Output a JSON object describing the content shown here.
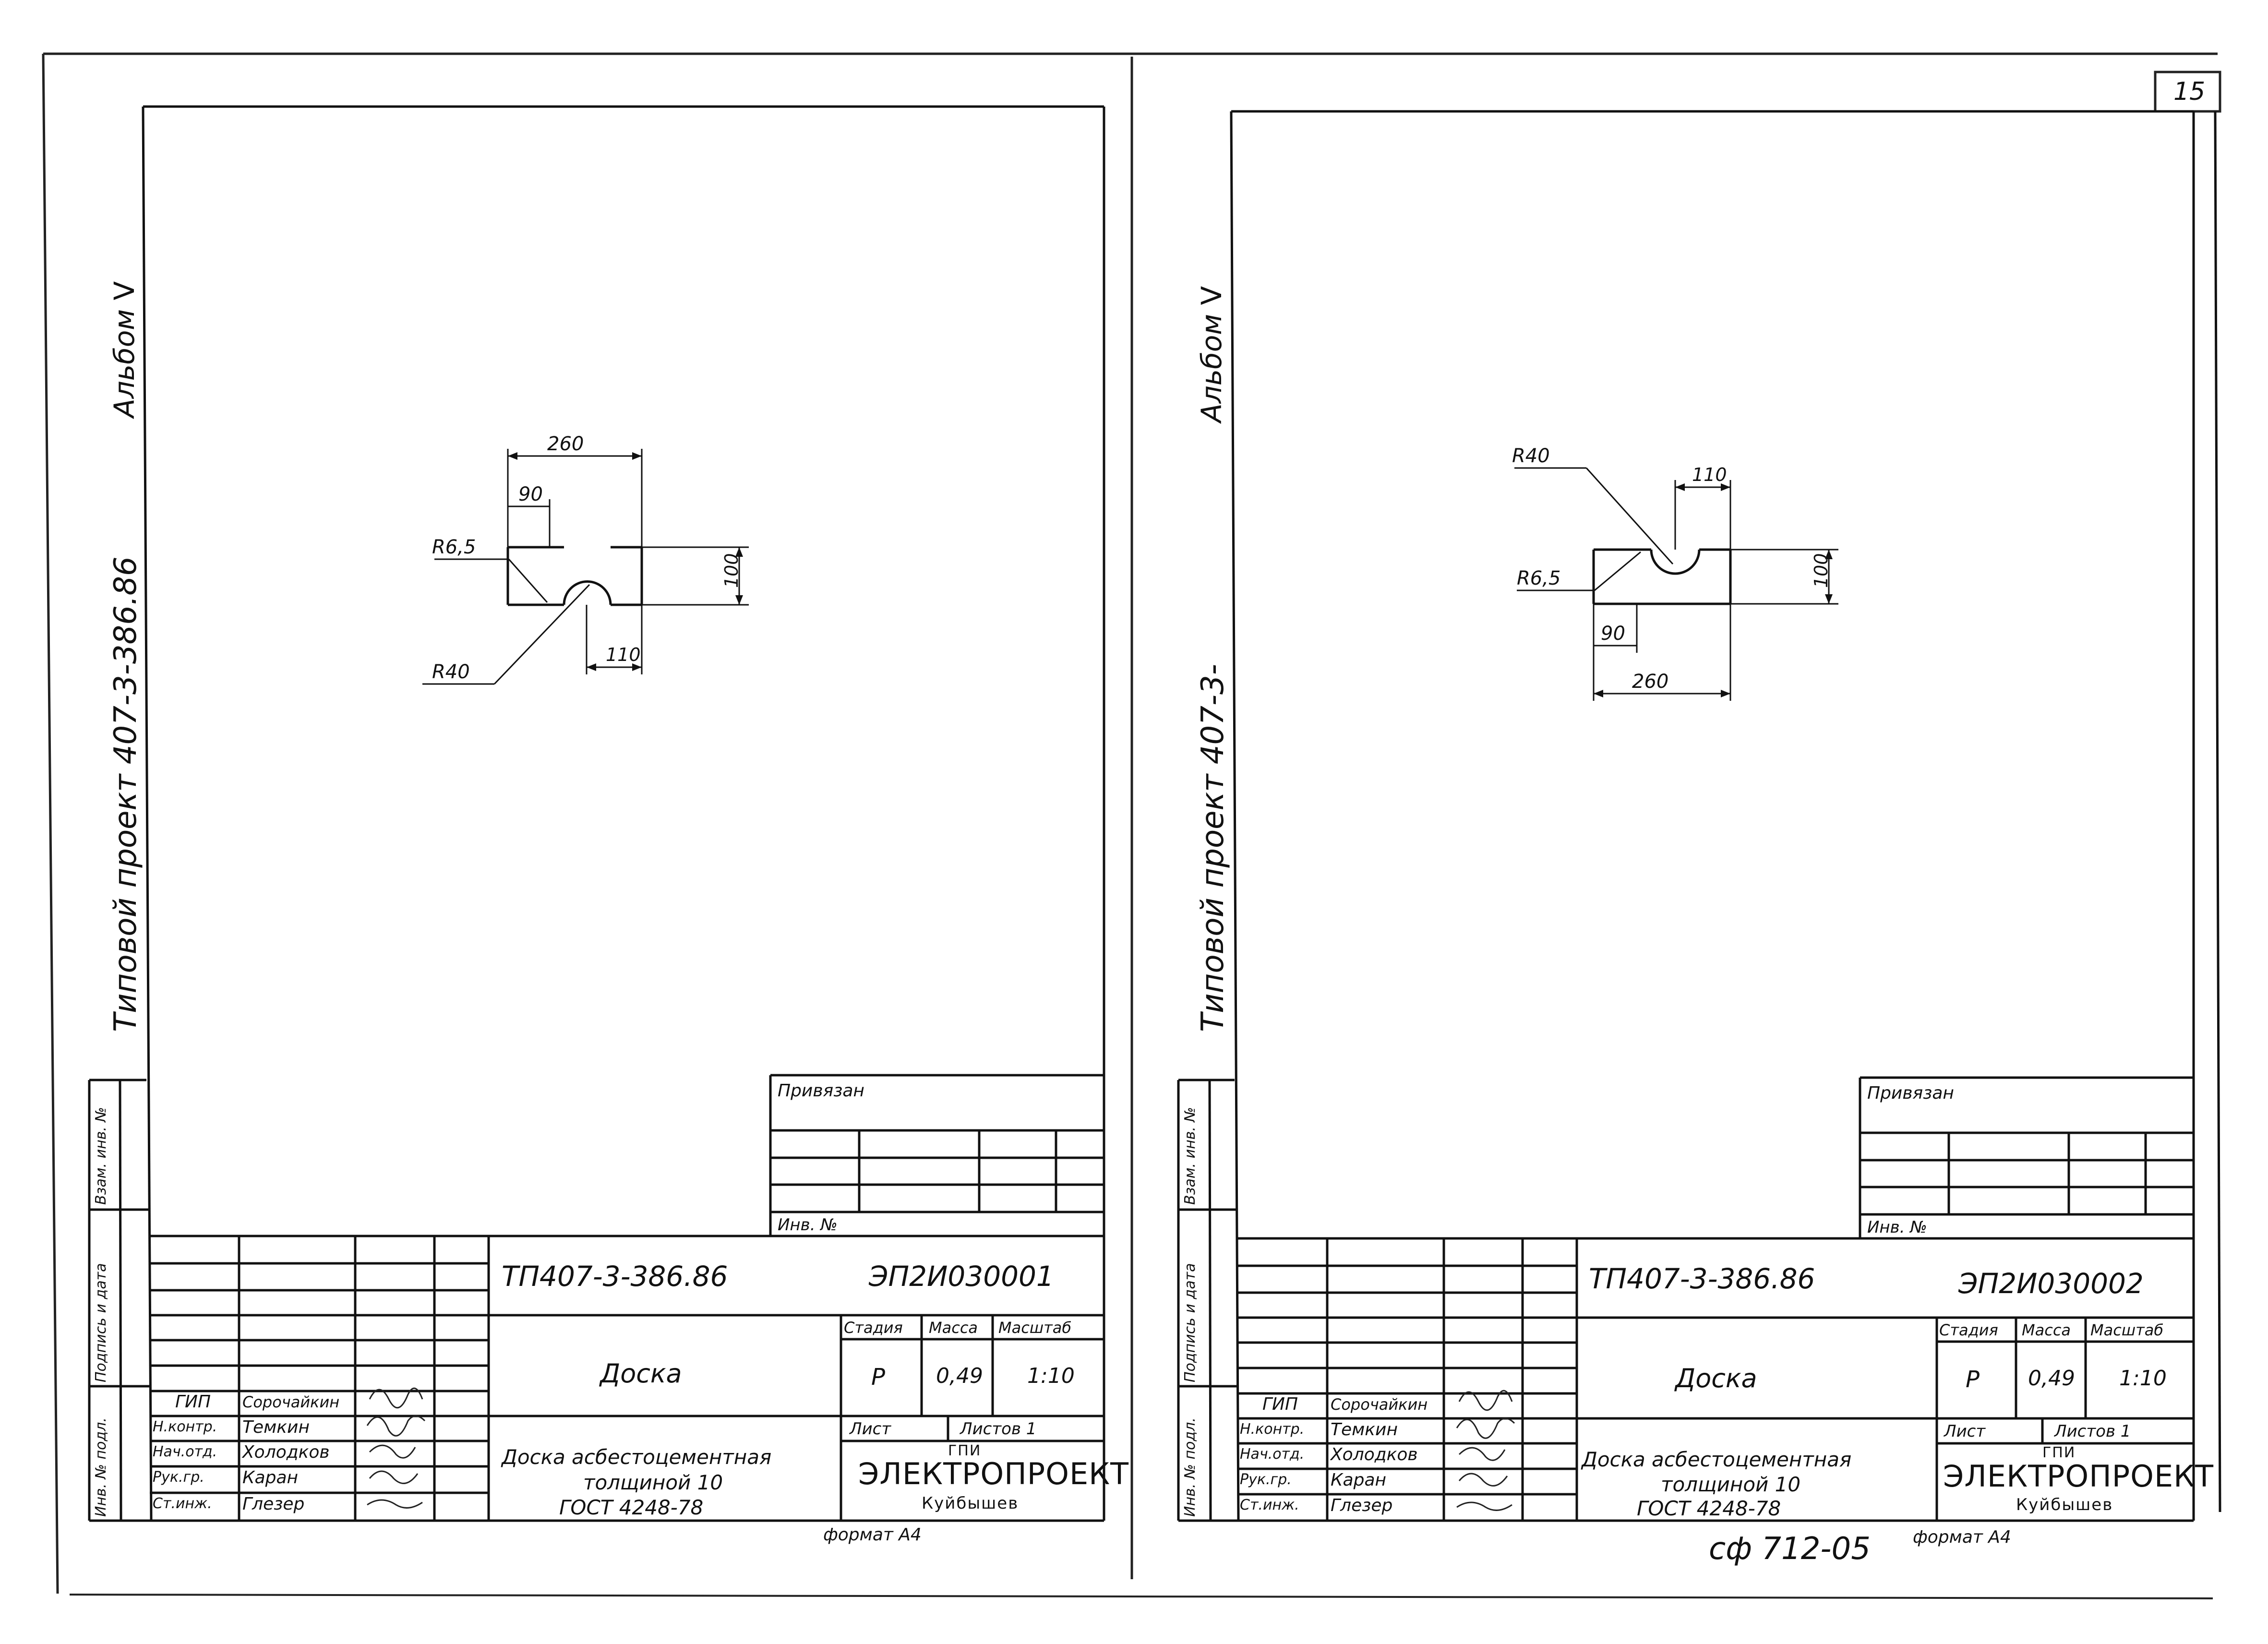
{
  "page_number": "15",
  "sheets": [
    {
      "album_title": "Альбом",
      "album_num": "V",
      "project_vertical": "Типовой проект 407-3-386.86",
      "side_labels": [
        "Инв. № подл.",
        "Подпись и дата",
        "Взам. инв. №"
      ],
      "privyazan": "Привязан",
      "inv_no": "Инв. №",
      "project_code": "ТП407-3-386.86",
      "doc_code": "ЭП2И030001",
      "title": "Доска",
      "stage_header": "Стадия",
      "mass_header": "Масса",
      "scale_header": "Масштаб",
      "stage": "Р",
      "mass": "0,49",
      "scale": "1:10",
      "sheet_label": "Лист",
      "sheets_label": "Листов 1",
      "description": [
        "Доска асбестоцементная",
        "толщиной 10",
        "ГОСТ 4248-78"
      ],
      "org_line1": "ГПИ",
      "org_line2": "ЭЛЕКТРОПРОЕКТ",
      "org_line3": "Куйбышев",
      "staff": [
        {
          "role": "ГИП",
          "name": "Сорочайкин"
        },
        {
          "role": "Н.контр.",
          "name": "Темкин"
        },
        {
          "role": "Нач.отд.",
          "name": "Холодков"
        },
        {
          "role": "Рук.гр.",
          "name": "Каран"
        },
        {
          "role": "Ст.инж.",
          "name": "Глезер"
        }
      ],
      "format": "формат А4",
      "bottom_note": "",
      "dims": {
        "width": "260",
        "offset": "90",
        "height": "100",
        "arc_pos": "110",
        "r_small": "R6,5",
        "r_big": "R40"
      }
    },
    {
      "album_title": "Альбом",
      "album_num": "V",
      "project_vertical": "Типовой проект 407-3-",
      "side_labels": [
        "Инв. № подл.",
        "Подпись и дата",
        "Взам. инв. №"
      ],
      "privyazan": "Привязан",
      "inv_no": "Инв. №",
      "project_code": "ТП407-3-386.86",
      "doc_code": "ЭП2И030002",
      "title": "Доска",
      "stage_header": "Стадия",
      "mass_header": "Масса",
      "scale_header": "Масштаб",
      "stage": "Р",
      "mass": "0,49",
      "scale": "1:10",
      "sheet_label": "Лист",
      "sheets_label": "Листов 1",
      "description": [
        "Доска асбестоцементная",
        "толщиной 10",
        "ГОСТ 4248-78"
      ],
      "org_line1": "ГПИ",
      "org_line2": "ЭЛЕКТРОПРОЕКТ",
      "org_line3": "Куйбышев",
      "staff": [
        {
          "role": "ГИП",
          "name": "Сорочайкин"
        },
        {
          "role": "Н.контр.",
          "name": "Темкин"
        },
        {
          "role": "Нач.отд.",
          "name": "Холодков"
        },
        {
          "role": "Рук.гр.",
          "name": "Каран"
        },
        {
          "role": "Ст.инж.",
          "name": "Глезер"
        }
      ],
      "format": "формат А4",
      "bottom_note": "сф 712-05",
      "dims": {
        "width": "260",
        "offset": "90",
        "height": "100",
        "arc_pos": "110",
        "r_small": "R6,5",
        "r_big": "R40"
      }
    }
  ]
}
